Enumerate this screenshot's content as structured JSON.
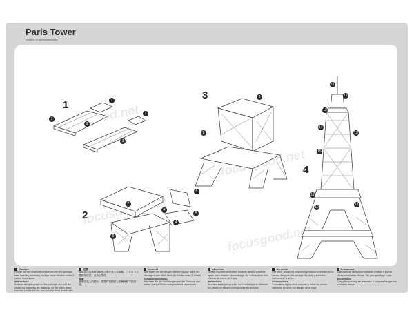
{
  "header": {
    "title": "Paris Tower",
    "subtitle": "World's Great Architecture"
  },
  "steps": [
    "1",
    "2",
    "3",
    "4"
  ],
  "watermarks": [
    "focusgood.net",
    "focusgood.net",
    "focusgood.net",
    "focusgood.net"
  ],
  "badges": {
    "step1": [
      "1",
      "2",
      "2",
      "3",
      "3"
    ],
    "step2": [
      "6",
      "7",
      "5",
      "4",
      "4",
      "5"
    ],
    "step3": [
      "9",
      "8"
    ],
    "step4": [
      "11",
      "12",
      "13",
      "14",
      "15",
      "13",
      "12",
      "10",
      "11"
    ]
  },
  "footer": [
    {
      "heading": "Caution",
      "text": "Please put the small leftover pieces into the garbage after finishing assembly. Not for small children under 3 years. Small parts.",
      "sub": "Instructions",
      "text2": "Refer to the pictograph on the package and pull the pieces by matching the drawings on the sheet. After popping out the pieces, you can put them together by matching the tabs."
    },
    {
      "heading": "注意",
      "text": "组装完毕后请将剩余的小零件丢入垃圾箱。三岁以下儿童请勿玩耍，含有小零件。",
      "sub": "说明",
      "text2": "参照包装上的图示，将零件按图纸上的编号取下并组装。"
    },
    {
      "heading": "Vorsicht",
      "text": "Bitte legen Sie die übrigen kleinen Stücke nach der Montage in den Müll. Nicht für Kinder unter 3 Jahren.",
      "sub": "Gebrauchsanleitung",
      "text2": "Beachten Sie die Abbildungen auf der Packung und setzen Sie die Stücke entsprechend zusammen."
    },
    {
      "heading": "Attention",
      "text": "Mettez les petits morceaux restants dans la poubelle après avoir terminé l'assemblage. Ne convient pas aux enfants de moins de 3 ans.",
      "sub": "Instructions",
      "text2": "Se référer à la pictographie sur l'emballage et détacher les pièces en faisant correspondre les dessins."
    },
    {
      "heading": "Atención",
      "text": "Por favor, ponga los pequeños pedazos sobrantes en la basura después del montaje. No apto para niños menores de 3 años.",
      "sub": "Instrucciones",
      "text2": "Consulte la figura en el paquete y retire las piezas haciendo coincidir los dibujos de la hoja."
    },
    {
      "heading": "Внимание",
      "text": "Пожалуйста, выбросьте мелкие остатки в мусор после окончания сборки. Не для детей до 3 лет.",
      "sub": "Инструкция",
      "text2": "Следуйте рисунку на упаковке и соединяйте детали согласно схеме."
    }
  ]
}
